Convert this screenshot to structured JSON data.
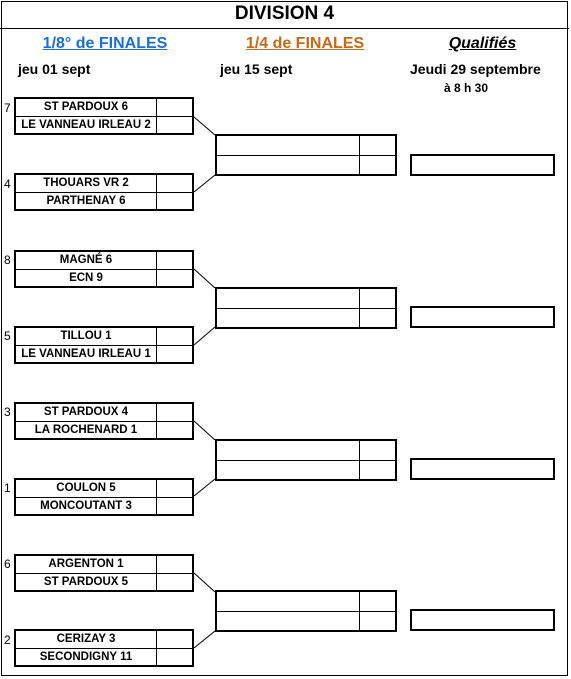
{
  "title": "DIVISION 4",
  "columns": {
    "round_of_16": {
      "label": "1/8° de FINALES",
      "date": "jeu 01 sept",
      "color": "#1f6fd0"
    },
    "quarter_finals": {
      "label": "1/4 de FINALES",
      "date": "jeu 15 sept",
      "color": "#c66a1a"
    },
    "qualified": {
      "label": "Qualifiés",
      "date": "Jeudi 29 septembre",
      "time": "à 8 h 30",
      "color": "#000000"
    }
  },
  "matches": [
    {
      "seed": "7",
      "team1": "ST PARDOUX 6",
      "team2": "LE VANNEAU IRLEAU 2"
    },
    {
      "seed": "4",
      "team1": "THOUARS VR 2",
      "team2": "PARTHENAY 6"
    },
    {
      "seed": "8",
      "team1": "MAGNÉ 6",
      "team2": "ECN 9"
    },
    {
      "seed": "5",
      "team1": "TILLOU 1",
      "team2": "LE VANNEAU IRLEAU 1"
    },
    {
      "seed": "3",
      "team1": "ST PARDOUX 4",
      "team2": "LA ROCHENARD 1"
    },
    {
      "seed": "1",
      "team1": "COULON 5",
      "team2": "MONCOUTANT 3"
    },
    {
      "seed": "6",
      "team1": "ARGENTON 1",
      "team2": "ST PARDOUX 5"
    },
    {
      "seed": "2",
      "team1": "CERIZAY 3",
      "team2": "SECONDIGNY 11"
    }
  ]
}
